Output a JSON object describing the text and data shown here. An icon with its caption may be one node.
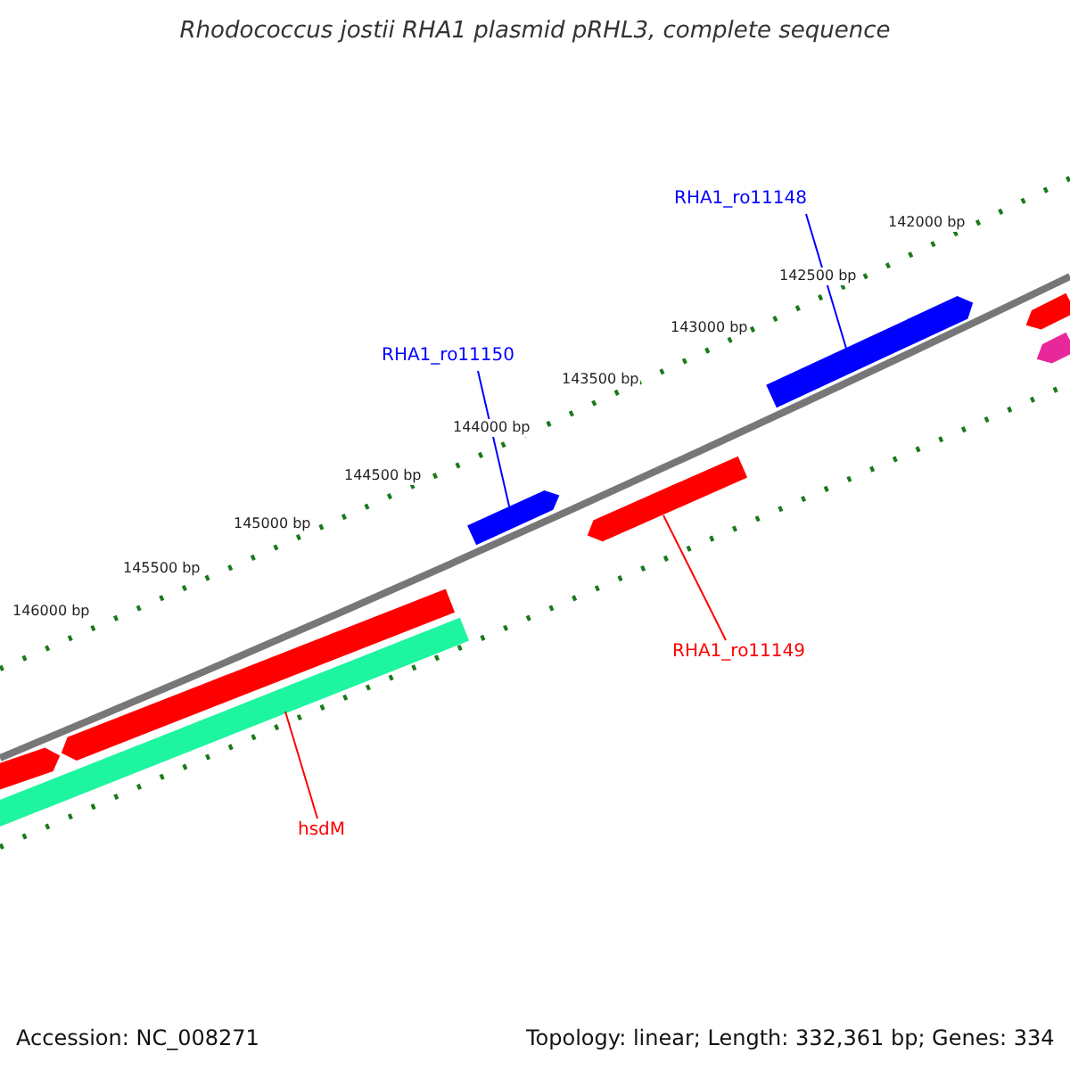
{
  "diagram": {
    "title": "Rhodococcus jostii RHA1 plasmid pRHL3, complete sequence",
    "nodes": [
      {
        "text": [
          "RHA1_ro11148"
        ]
      },
      {
        "text": [],
        "shape": "bar"
      },
      {
        "text": [],
        "shape": "bar"
      },
      {
        "text": [],
        "shape": "bar"
      },
      {
        "text": [
          "RHA1_ro11150"
        ]
      },
      {
        "text": [],
        "shape": "bar"
      },
      {
        "text": [],
        "shape": "bar"
      },
      {
        "text": [
          "RHA1_ro11149"
        ]
      },
      {
        "text": [],
        "shape": "bar"
      },
      {
        "text": [],
        "shape": "bar"
      },
      {
        "text": [],
        "shape": "bar"
      },
      {
        "text": [
          "hsdM"
        ]
      }
    ],
    "edges": [
      {
        "from": 0,
        "to": 3,
        "arrow": "none",
        "color": "#0000ff"
      },
      {
        "from": 4,
        "to": 5,
        "arrow": "none",
        "color": "#0000ff"
      },
      {
        "from": 7,
        "to": 6,
        "arrow": "none",
        "color": "#ff0000"
      },
      {
        "from": 11,
        "to": 10,
        "arrow": "none",
        "color": "#ff0000"
      }
    ],
    "labels": [
      "142000 bp",
      "142500 bp",
      "143000 bp",
      "143500 bp",
      "144000 bp",
      "144500 bp",
      "145000 bp",
      "145500 bp",
      "146000 bp",
      "Accession: NC_008271",
      "Topology: linear; Length: 332,361 bp; Genes: 334"
    ]
  }
}
